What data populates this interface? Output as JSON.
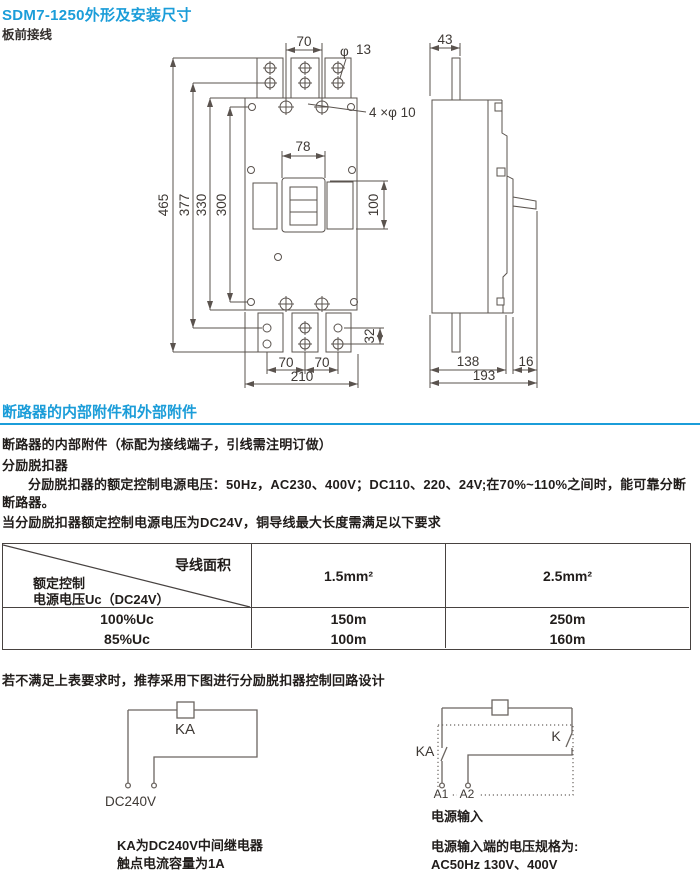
{
  "page": {
    "title": "SDM7-1250外形及安装尺寸",
    "subtitle": "板前接线",
    "accent_color": "#1b9dd9",
    "line_color": "#5a534e"
  },
  "section": {
    "title": "断路器的内部附件和外部附件",
    "para1": "断路器的内部附件（标配为接线端子，引线需注明订做）",
    "para2": "分励脱扣器",
    "para3": "分励脱扣器的额定控制电源电压：50Hz，AC230、400V；DC110、220、24V;在70%~110%之间时，能可靠分断",
    "para4": "断路器。",
    "para5": "当分励脱扣器额定控制电源电压为DC24V，铜导线最大长度需满足以下要求",
    "note": "若不满足上表要求时，推荐采用下图进行分励脱扣器控制回路设计"
  },
  "drawing": {
    "front": {
      "dim_top_pitch": "70",
      "hole_phi": "φ",
      "hole_dia": "13",
      "mount_note": "4 ×φ 10",
      "dim_panel_w": "78",
      "dim_panel_h": "100",
      "dim_465": "465",
      "dim_377": "377",
      "dim_330": "330",
      "dim_300": "300",
      "dim_hole_v": "32",
      "dim_b1": "70",
      "dim_b2": "70",
      "dim_total_w": "210"
    },
    "side": {
      "dim_top": "43",
      "dim_depth1": "138",
      "dim_depth2": "16",
      "dim_total": "193"
    }
  },
  "table": {
    "header_diag_top": "导线面积",
    "header_diag_b1": "额定控制",
    "header_diag_b2": "电源电压Uc（DC24V）",
    "cols": [
      "1.5mm²",
      "2.5mm²"
    ],
    "rows": [
      {
        "label": "100%Uc",
        "values": [
          "150m",
          "250m"
        ]
      },
      {
        "label": "85%Uc",
        "values": [
          "100m",
          "160m"
        ]
      }
    ]
  },
  "circuit_left": {
    "coil": "KA",
    "source": "DC240V",
    "caption1": "KA为DC240V中间继电器",
    "caption2": "触点电流容量为1A"
  },
  "circuit_right": {
    "switch_a": "KA",
    "switch_b": "K",
    "term1": "A1",
    "term2": "A2",
    "label": "电源输入",
    "caption1": "电源输入端的电压规格为:",
    "caption2": "AC50Hz 130V、400V"
  }
}
